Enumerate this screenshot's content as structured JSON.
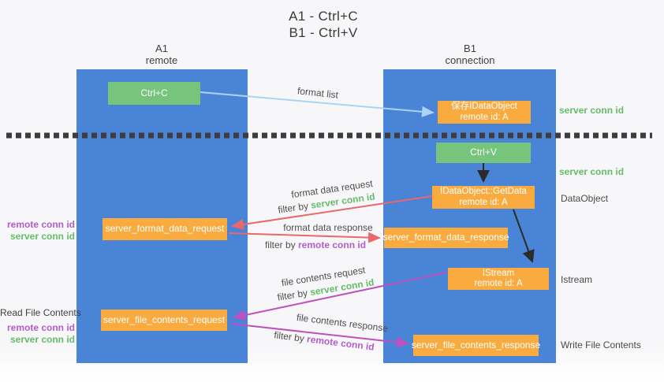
{
  "title": {
    "line1": "A1 - Ctrl+C",
    "line2": "B1 - Ctrl+V"
  },
  "lanes": {
    "a1": {
      "name": "A1",
      "subtitle": "remote"
    },
    "b1": {
      "name": "B1",
      "subtitle": "connection"
    }
  },
  "nodes": {
    "ctrl_c": {
      "label": "Ctrl+C"
    },
    "save_idataobject": {
      "line1": "保存IDataObject",
      "line2": "remote id: A"
    },
    "ctrl_v": {
      "label": "Ctrl+V"
    },
    "getdata": {
      "line1": "IDataObject::GetData",
      "line2": "remote id: A"
    },
    "server_format_data_request": {
      "label": "server_format_data_request"
    },
    "server_format_data_response": {
      "label": "server_format_data_response"
    },
    "istream": {
      "line1": "IStream",
      "line2": "remote id: A"
    },
    "server_file_contents_request": {
      "label": "server_file_contents_request"
    },
    "server_file_contents_response": {
      "label": "server_file_contents_response"
    }
  },
  "flow_labels": {
    "format_list": "format list",
    "format_data_request": "format data request",
    "format_data_response": "format data response",
    "file_contents_request": "file contents request",
    "file_contents_response": "file contents response",
    "filter_by": "filter by",
    "server_conn_id": "server conn id",
    "remote_conn_id": "remote conn id"
  },
  "side_labels": {
    "right_top_server_conn_id": "server conn id",
    "right_mid_server_conn_id": "server conn id",
    "data_object": "DataObject",
    "istream": "Istream",
    "write_file_contents": "Write File Contents",
    "read_file_contents": "Read File Contents",
    "left_top_remote_conn_id": "remote conn id",
    "left_top_server_conn_id": "server conn id",
    "left_bottom_remote_conn_id": "remote conn id",
    "left_bottom_server_conn_id": "server conn id"
  },
  "colors": {
    "panel_blue": "#4a84d7",
    "node_green": "#77c47c",
    "node_orange": "#f9ab40",
    "label_green": "#65bd68",
    "label_purple": "#b35ccb",
    "arrow_red": "#e96868",
    "arrow_magenta": "#bf50bf",
    "arrow_light_blue": "#aad4f5",
    "arrow_black": "#2b2b2b",
    "divider_dark": "#3d3d3d"
  }
}
